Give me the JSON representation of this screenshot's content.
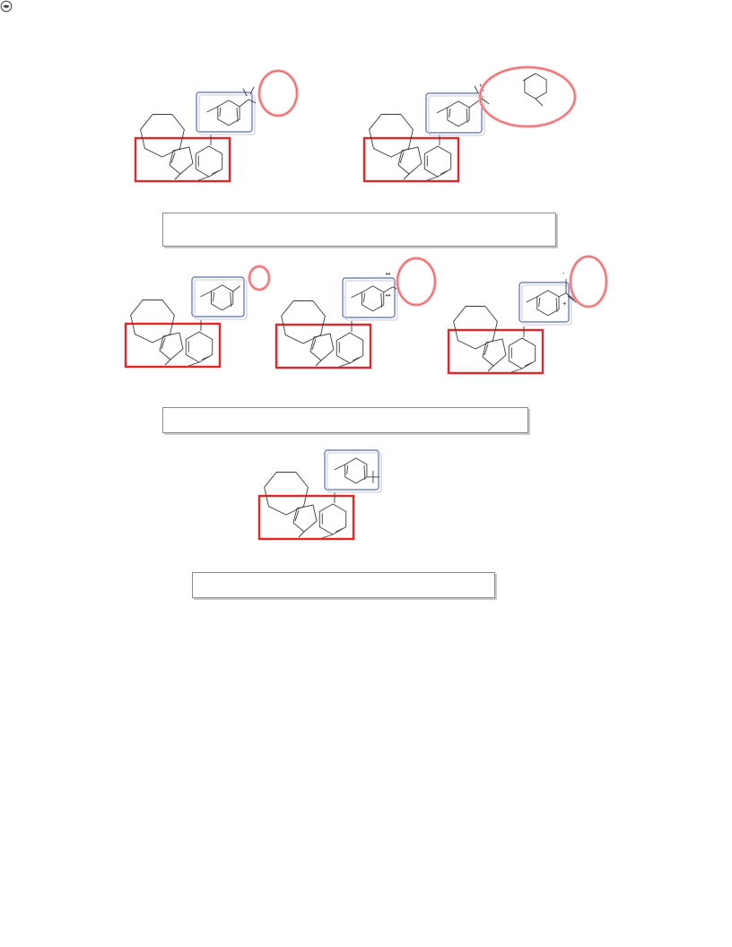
{
  "colors": {
    "bond": "#3a3a3a",
    "core_box": "#e2262b",
    "phenyl_box": "#5a6bb0",
    "substituent_glow": "#ec5b5e",
    "caption_border": "#8a8a8a"
  },
  "icons": {
    "corner": "radio-circle-icon"
  },
  "figure": {
    "rows": [
      {
        "structures": [
          {
            "substituent": "ester"
          },
          {
            "substituent": "aryl-ester"
          }
        ],
        "caption": ""
      },
      {
        "structures": [
          {
            "substituent": "small-group"
          },
          {
            "substituent": "lone-pair-group"
          },
          {
            "substituent": "charged-group"
          }
        ],
        "caption": ""
      },
      {
        "structures": [
          {
            "substituent": "meta-substituted"
          }
        ],
        "caption": ""
      }
    ],
    "atom_marks": [
      "+",
      "-"
    ]
  }
}
